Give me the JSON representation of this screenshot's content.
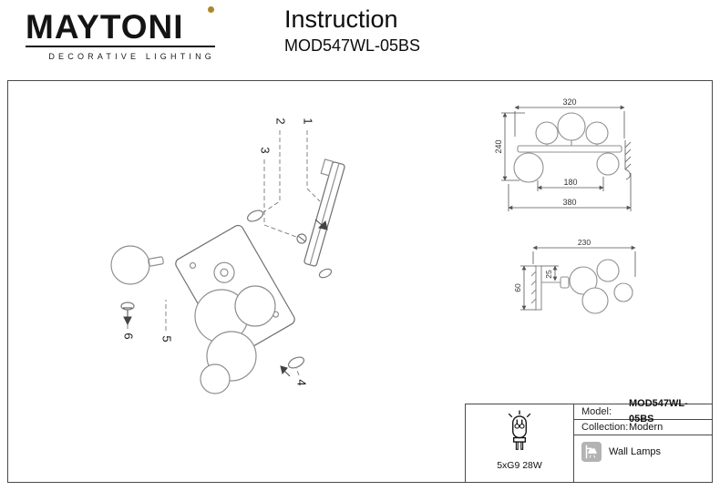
{
  "header": {
    "brand": "MAYTONI",
    "brand_subtitle": "DECORATIVE LIGHTING",
    "title": "Instruction",
    "model": "MOD547WL-05BS"
  },
  "exploded": {
    "parts": [
      "1",
      "2",
      "3",
      "4",
      "5",
      "6"
    ]
  },
  "dims_front": {
    "top_width": "320",
    "height": "240",
    "inner_width": "180",
    "total_width": "380"
  },
  "dims_side": {
    "width": "230",
    "plate_offset": "25",
    "plate_height": "60"
  },
  "spec": {
    "bulb": "5xG9 28W",
    "rows": [
      {
        "label": "Model:",
        "value": "MOD547WL-05BS"
      },
      {
        "label": "Collection:",
        "value": "Modern"
      }
    ],
    "category": "Wall Lamps"
  },
  "colors": {
    "accent_gold": "#a8892b",
    "drawing_line": "#8f8f8f",
    "border": "#4a4a4a"
  }
}
